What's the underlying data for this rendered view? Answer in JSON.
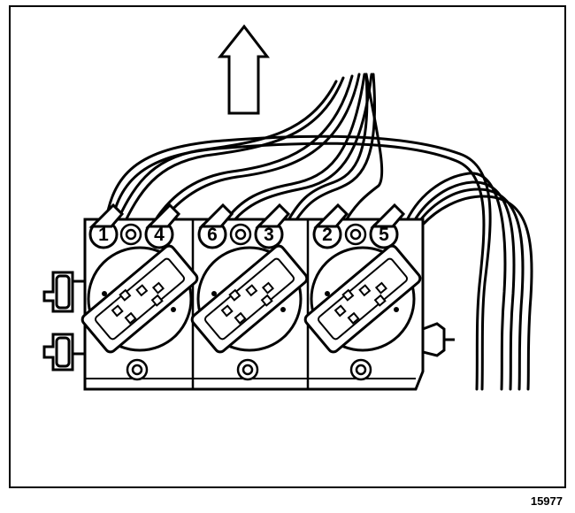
{
  "figure": {
    "number": "15977",
    "direction": "arrow-up"
  },
  "coil_packs": [
    {
      "labels": [
        "1",
        "4"
      ]
    },
    {
      "labels": [
        "6",
        "3"
      ]
    },
    {
      "labels": [
        "2",
        "5"
      ]
    }
  ],
  "colors": {
    "ink": "#000000",
    "paper": "#ffffff"
  }
}
